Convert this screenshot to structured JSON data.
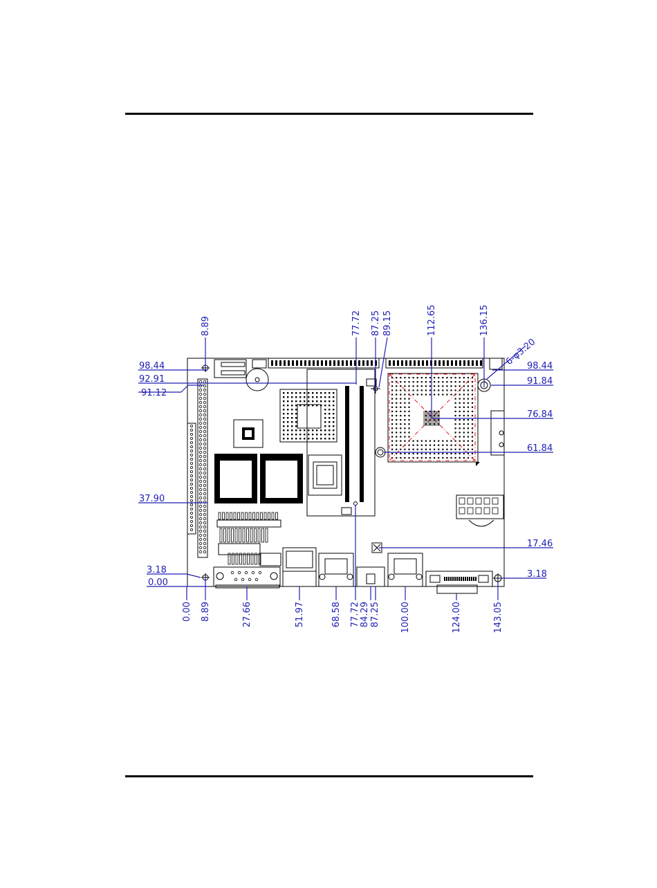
{
  "top_dimensions": [
    "8.89",
    "77.72",
    "87.25",
    "89.15",
    "112.65",
    "136.15"
  ],
  "top_hole_callout": "6-φ3.20",
  "left_dimensions": [
    "98.44",
    "92.91",
    "91.12",
    "37.90",
    "3.18",
    "0.00"
  ],
  "right_dimensions": [
    "98.44",
    "91.84",
    "76.84",
    "61.84",
    "17.46",
    "3.18"
  ],
  "bottom_dimensions": [
    "0.00",
    "8.89",
    "27.66",
    "51.97",
    "68.58",
    "77.72",
    "84.29",
    "87.25",
    "100.00",
    "124.00",
    "143.05"
  ],
  "colors": {
    "dimension": "#1f1fb4",
    "outline": "#000000",
    "heatsink": "#e01010"
  }
}
